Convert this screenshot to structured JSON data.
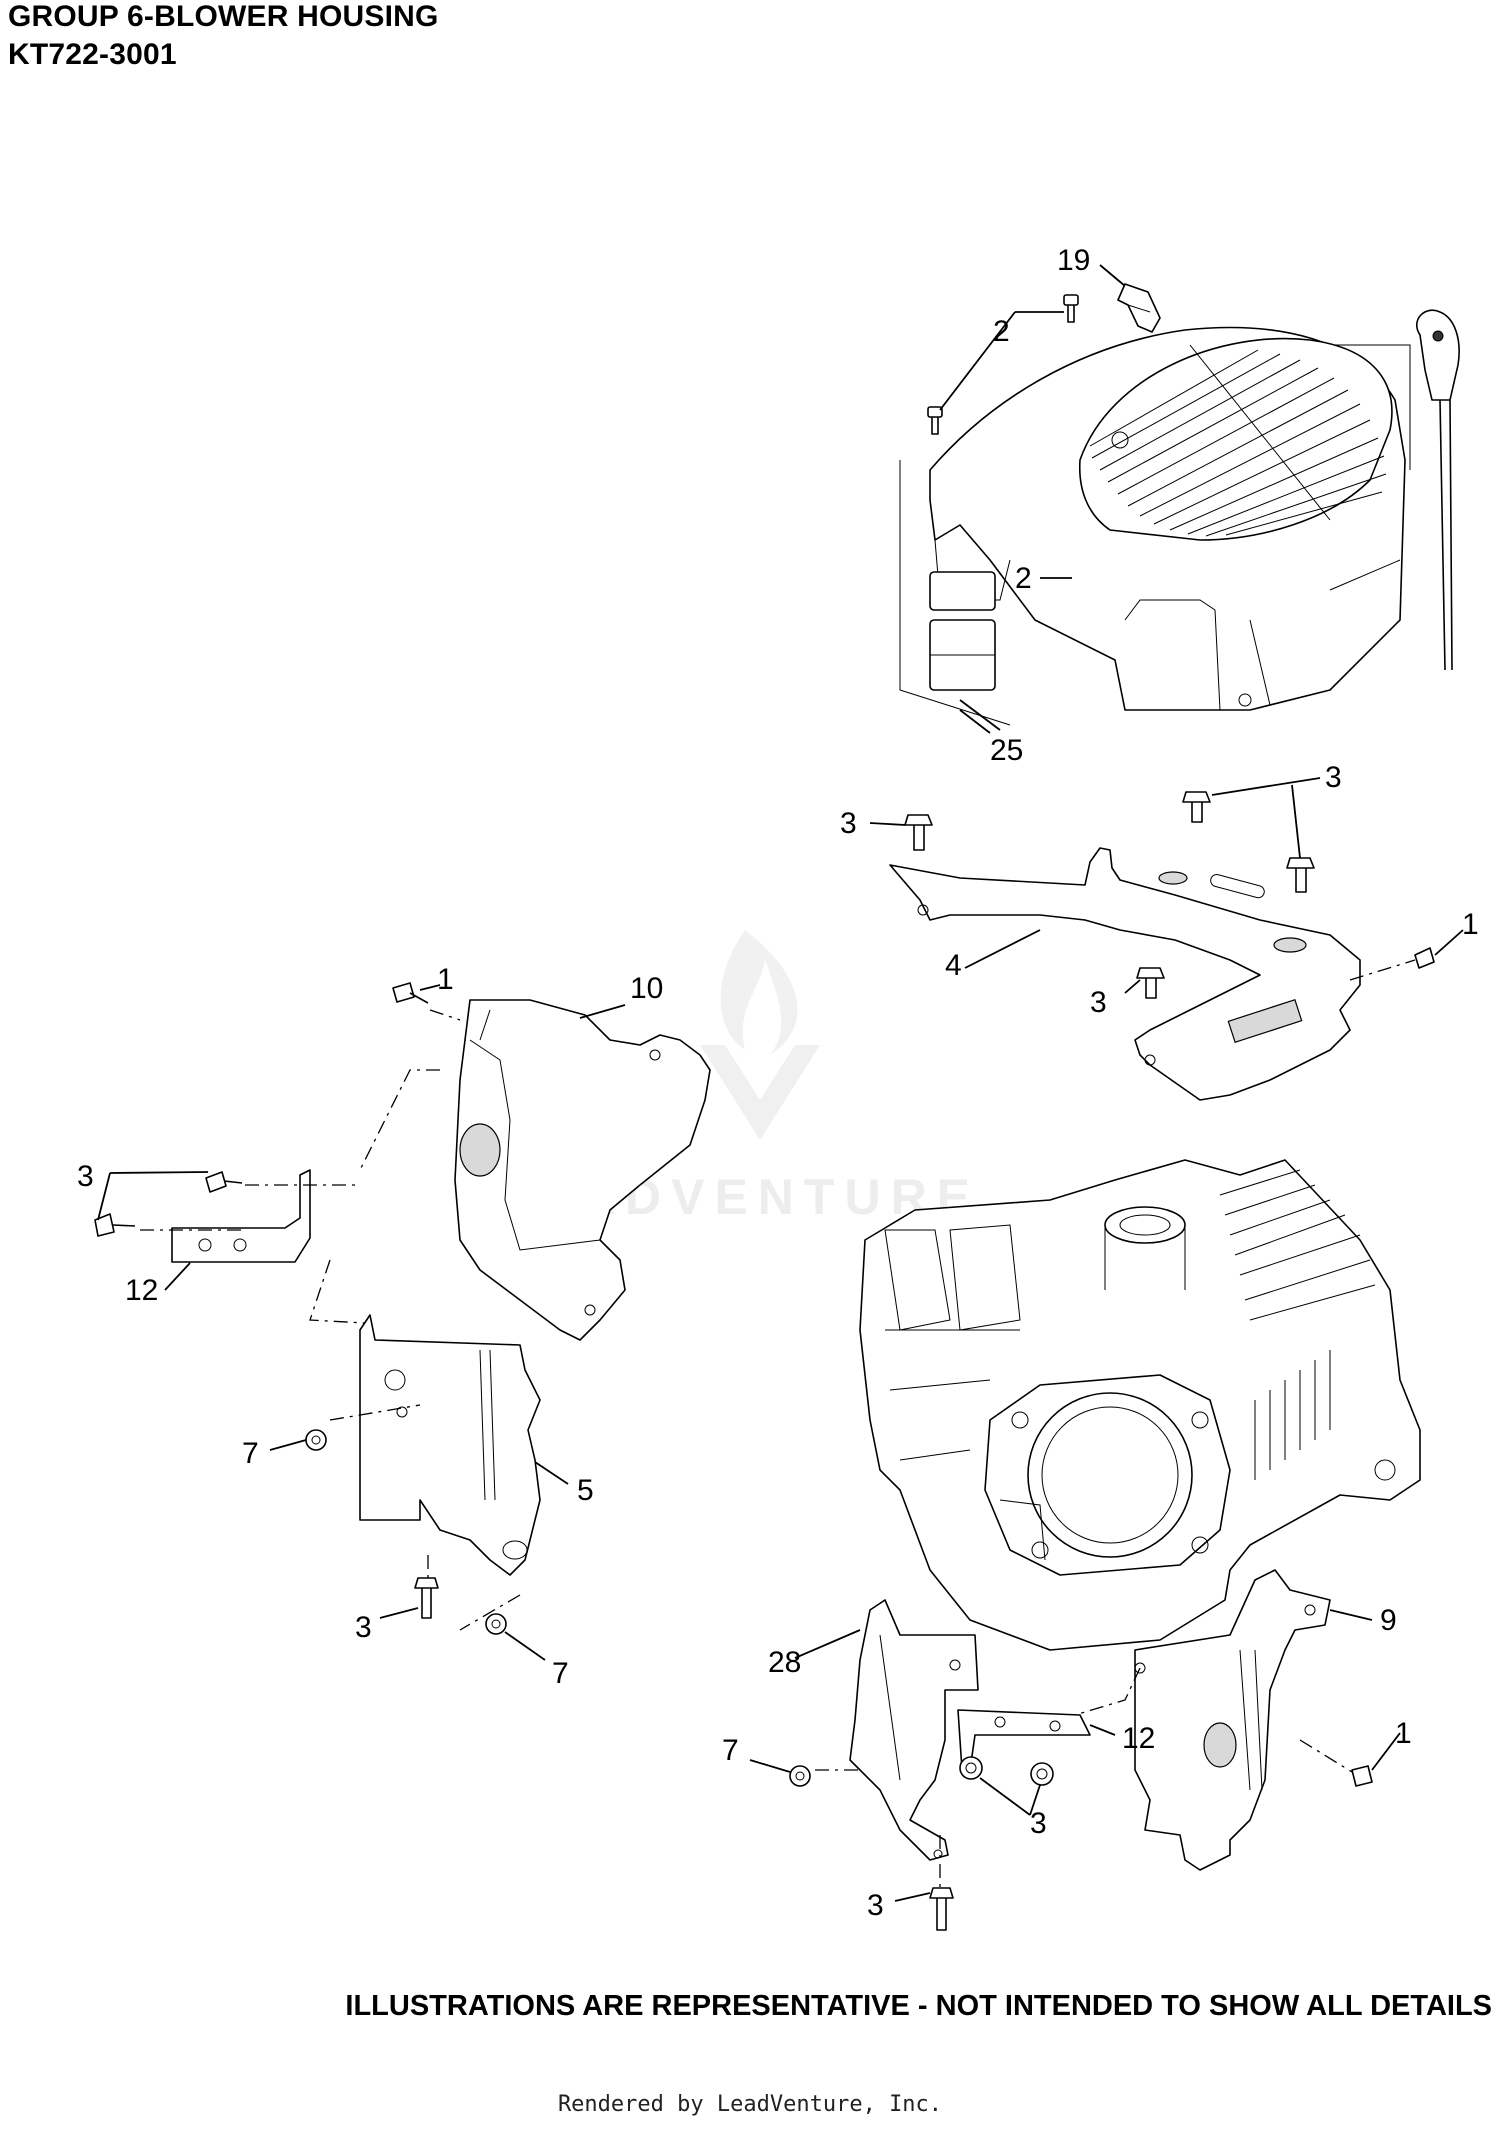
{
  "header": {
    "group_title": "GROUP 6-BLOWER HOUSING",
    "model_number": "KT722-3001"
  },
  "watermark": {
    "brand": "LEADVENTURE"
  },
  "callouts": [
    {
      "id": "c19",
      "label": "19"
    },
    {
      "id": "c2a",
      "label": "2"
    },
    {
      "id": "c2b",
      "label": "2"
    },
    {
      "id": "c25",
      "label": "25"
    },
    {
      "id": "c3a",
      "label": "3"
    },
    {
      "id": "c3b",
      "label": "3"
    },
    {
      "id": "c1a",
      "label": "1"
    },
    {
      "id": "c4",
      "label": "4"
    },
    {
      "id": "c3c",
      "label": "3"
    },
    {
      "id": "c1b",
      "label": "1"
    },
    {
      "id": "c10",
      "label": "10"
    },
    {
      "id": "c3d",
      "label": "3"
    },
    {
      "id": "c12a",
      "label": "12"
    },
    {
      "id": "c7a",
      "label": "7"
    },
    {
      "id": "c5",
      "label": "5"
    },
    {
      "id": "c3e",
      "label": "3"
    },
    {
      "id": "c7b",
      "label": "7"
    },
    {
      "id": "c9",
      "label": "9"
    },
    {
      "id": "c28",
      "label": "28"
    },
    {
      "id": "c12b",
      "label": "12"
    },
    {
      "id": "c7c",
      "label": "7"
    },
    {
      "id": "c1c",
      "label": "1"
    },
    {
      "id": "c3f",
      "label": "3"
    },
    {
      "id": "c3g",
      "label": "3"
    }
  ],
  "disclaimer": "ILLUSTRATIONS ARE REPRESENTATIVE - NOT INTENDED TO SHOW ALL DETAILS",
  "footer": "Rendered by LeadVenture, Inc."
}
